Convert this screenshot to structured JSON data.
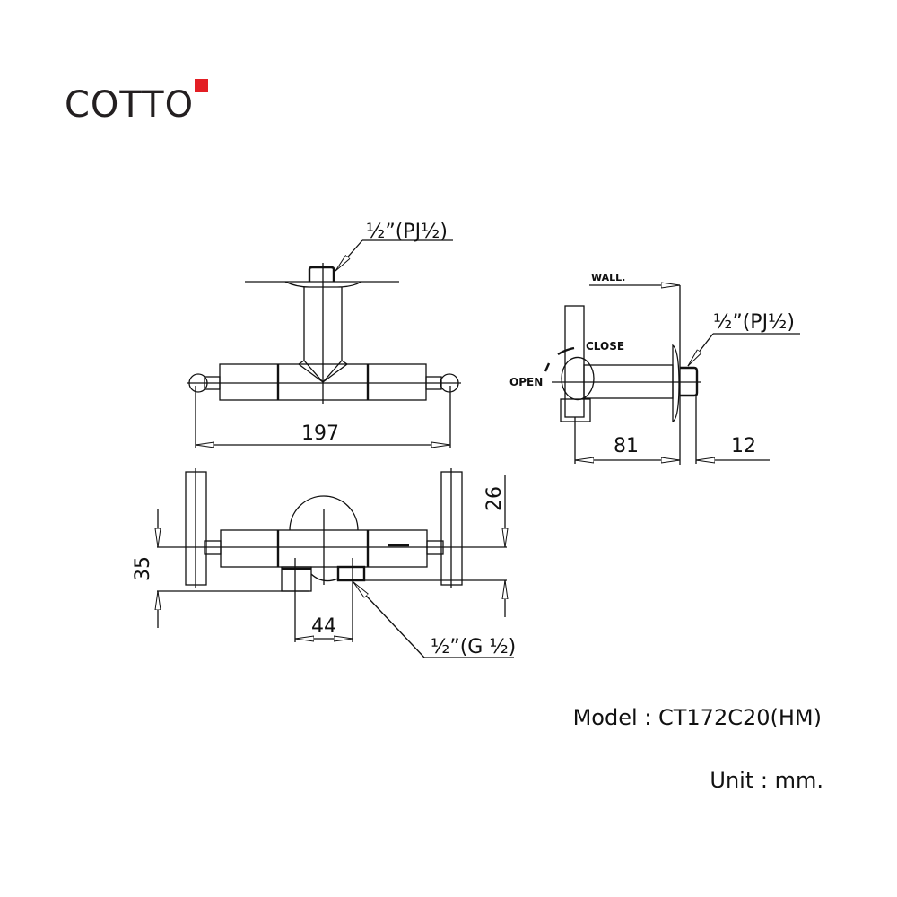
{
  "brand": {
    "name": "COTTO",
    "accent_color": "#e31e24"
  },
  "drawing": {
    "top_view": {
      "width_dim": "197",
      "inlet_label": "½”(PJ½)"
    },
    "side_view": {
      "wall_label": "WALL.",
      "close_label": "CLOSE",
      "open_label": "OPEN",
      "depth_dim": "81",
      "nipple_dim": "12",
      "inlet_label": "½”(PJ½)"
    },
    "front_view": {
      "height_dim": "35",
      "offset_dim": "26",
      "outlet_spacing_dim": "44",
      "outlet_label": "½”(G ½)"
    }
  },
  "model": "Model : CT172C20(HM)",
  "unit": "Unit : mm."
}
